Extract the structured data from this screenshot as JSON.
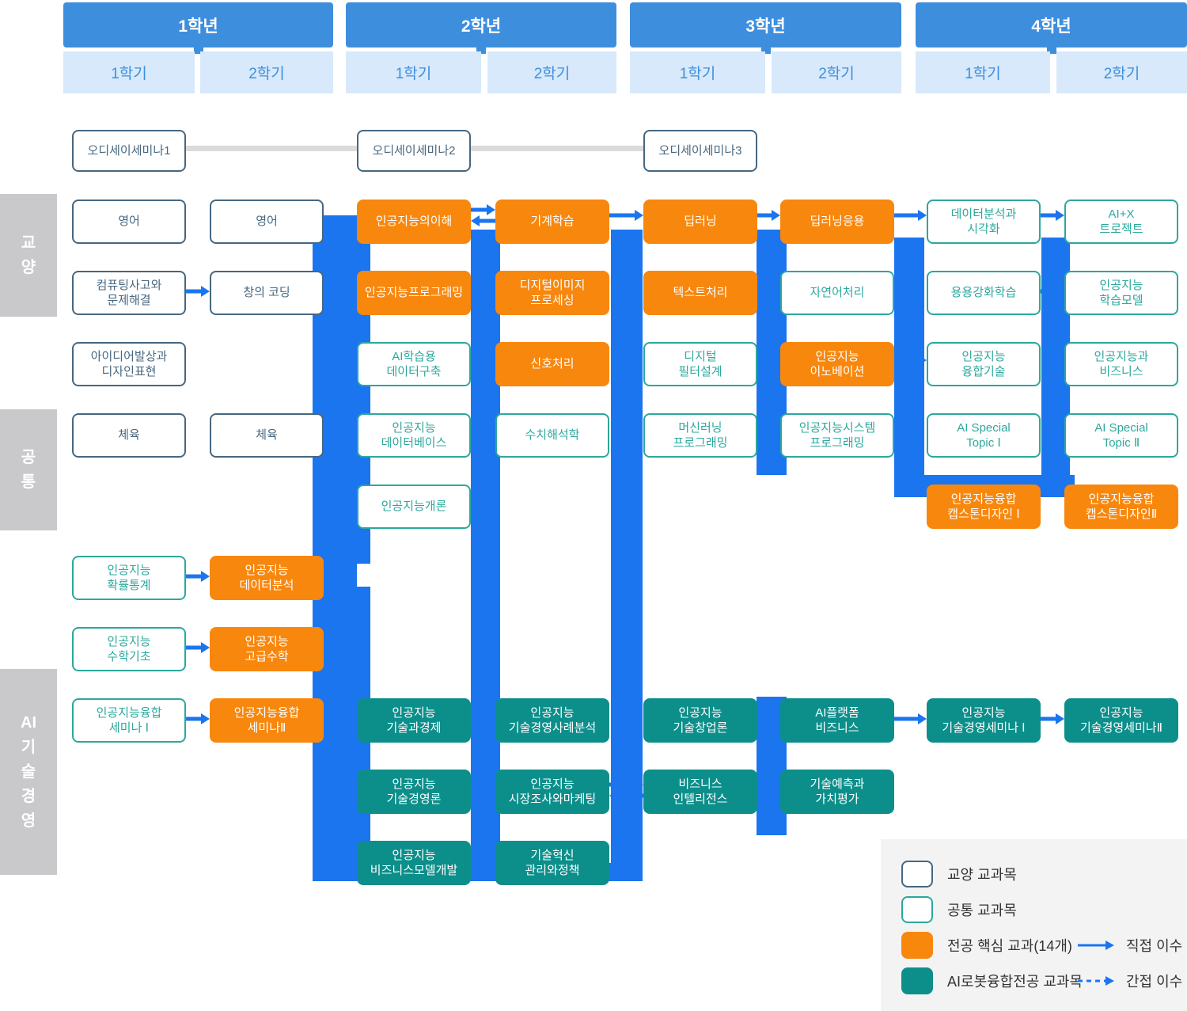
{
  "colors": {
    "year_header": "#3E8EDE",
    "semester_bg": "#D7E9FB",
    "connector_blue": "#1B75EF",
    "core_orange": "#F8870D",
    "robot_teal": "#0C8F8B",
    "common_teal_border": "#2CA89D",
    "liberal_navy": "#47677F",
    "sidebar_gray": "#C9C9CC",
    "legend_bg": "#F3F3F4",
    "odyssey_line_gray": "#DBDBDB"
  },
  "header": {
    "years": [
      {
        "label": "1학년",
        "semesters": [
          "1학기",
          "2학기"
        ]
      },
      {
        "label": "2학년",
        "semesters": [
          "1학기",
          "2학기"
        ]
      },
      {
        "label": "3학년",
        "semesters": [
          "1학기",
          "2학기"
        ]
      },
      {
        "label": "4학년",
        "semesters": [
          "1학기",
          "2학기"
        ]
      }
    ]
  },
  "sidebar": {
    "groups": [
      {
        "label": "교\n양"
      },
      {
        "label": "공\n통"
      },
      {
        "label": "AI\n기\n술\n경\n영"
      }
    ]
  },
  "courses": [
    {
      "label": "오디세이세미나1",
      "type": "odyssey",
      "col": 1,
      "row": 0
    },
    {
      "label": "오디세이세미나2",
      "type": "odyssey",
      "col": 3,
      "row": 0
    },
    {
      "label": "오디세이세미나3",
      "type": "odyssey",
      "col": 5,
      "row": 0
    },
    {
      "label": "영어",
      "type": "liberal",
      "col": 1,
      "row": 1
    },
    {
      "label": "영어",
      "type": "liberal",
      "col": 2,
      "row": 1
    },
    {
      "label": "인공지능의이해",
      "type": "core",
      "col": 3,
      "row": 1
    },
    {
      "label": "기계학습",
      "type": "core",
      "col": 4,
      "row": 1
    },
    {
      "label": "딥러닝",
      "type": "core",
      "col": 5,
      "row": 1
    },
    {
      "label": "딥러닝응용",
      "type": "core",
      "col": 6,
      "row": 1
    },
    {
      "label": "데이터분석과\n시각화",
      "type": "common",
      "col": 7,
      "row": 1
    },
    {
      "label": "AI+X\n트로젝트",
      "type": "common",
      "col": 8,
      "row": 1
    },
    {
      "label": "컴퓨팅사고와\n문제해결",
      "type": "liberal",
      "col": 1,
      "row": 2
    },
    {
      "label": "창의 코딩",
      "type": "liberal",
      "col": 2,
      "row": 2
    },
    {
      "label": "인공지능프로그래밍",
      "type": "core",
      "col": 3,
      "row": 2
    },
    {
      "label": "디지털이미지\n프로세싱",
      "type": "core",
      "col": 4,
      "row": 2
    },
    {
      "label": "텍스트처리",
      "type": "core",
      "col": 5,
      "row": 2
    },
    {
      "label": "자연어처리",
      "type": "common",
      "col": 6,
      "row": 2
    },
    {
      "label": "용용강화학습",
      "type": "common",
      "col": 7,
      "row": 2
    },
    {
      "label": "인공지능\n학습모델",
      "type": "common",
      "col": 8,
      "row": 2
    },
    {
      "label": "아이디어발상과\n디자인표현",
      "type": "liberal",
      "col": 1,
      "row": 3
    },
    {
      "label": "AI학습용\n데이터구축",
      "type": "common",
      "col": 3,
      "row": 3
    },
    {
      "label": "신호처리",
      "type": "core",
      "col": 4,
      "row": 3
    },
    {
      "label": "디지털\n필터설계",
      "type": "common",
      "col": 5,
      "row": 3
    },
    {
      "label": "인공지능\n이노베이션",
      "type": "core",
      "col": 6,
      "row": 3
    },
    {
      "label": "인공지능\n융합기술",
      "type": "common",
      "col": 7,
      "row": 3
    },
    {
      "label": "인공지능과\n비즈니스",
      "type": "common",
      "col": 8,
      "row": 3
    },
    {
      "label": "체육",
      "type": "liberal",
      "col": 1,
      "row": 4
    },
    {
      "label": "체육",
      "type": "liberal",
      "col": 2,
      "row": 4
    },
    {
      "label": "인공지능\n데이터베이스",
      "type": "common",
      "col": 3,
      "row": 4
    },
    {
      "label": "수치해석학",
      "type": "common",
      "col": 4,
      "row": 4
    },
    {
      "label": "머신러닝\n프로그래밍",
      "type": "common",
      "col": 5,
      "row": 4
    },
    {
      "label": "인공지능시스템\n프로그래밍",
      "type": "common",
      "col": 6,
      "row": 4
    },
    {
      "label": "AI Special\nTopic Ⅰ",
      "type": "common",
      "col": 7,
      "row": 4
    },
    {
      "label": "AI Special\nTopic Ⅱ",
      "type": "common",
      "col": 8,
      "row": 4
    },
    {
      "label": "인공지능개론",
      "type": "common",
      "col": 3,
      "row": 5
    },
    {
      "label": "인공지능융합\n캡스톤디자인 Ⅰ",
      "type": "core",
      "col": 7,
      "row": 5
    },
    {
      "label": "인공지능융합\n캡스톤디자인Ⅱ",
      "type": "core",
      "col": 8,
      "row": 5
    },
    {
      "label": "인공지능\n확률통계",
      "type": "common",
      "col": 1,
      "row": 6
    },
    {
      "label": "인공지능\n데이터분석",
      "type": "core",
      "col": 2,
      "row": 6
    },
    {
      "label": "인공지능\n수학기초",
      "type": "common",
      "col": 1,
      "row": 7
    },
    {
      "label": "인공지능\n고급수학",
      "type": "core",
      "col": 2,
      "row": 7
    },
    {
      "label": "인공지능융합\n세미나 Ⅰ",
      "type": "common",
      "col": 1,
      "row": 8
    },
    {
      "label": "인공지능융합\n세미나Ⅱ",
      "type": "core",
      "col": 2,
      "row": 8
    },
    {
      "label": "인공지능\n기술과경제",
      "type": "robot",
      "col": 3,
      "row": 8
    },
    {
      "label": "인공지능\n기술경영사례분석",
      "type": "robot",
      "col": 4,
      "row": 8
    },
    {
      "label": "인공지능\n기술창업론",
      "type": "robot",
      "col": 5,
      "row": 8
    },
    {
      "label": "AI플랫폼\n비즈니스",
      "type": "robot",
      "col": 6,
      "row": 8
    },
    {
      "label": "인공지능\n기술경영세미나 Ⅰ",
      "type": "robot",
      "col": 7,
      "row": 8
    },
    {
      "label": "인공지능\n기술경영세미나Ⅱ",
      "type": "robot",
      "col": 8,
      "row": 8
    },
    {
      "label": "인공지능\n기술경영론",
      "type": "robot",
      "col": 3,
      "row": 9
    },
    {
      "label": "인공지능\n시장조사와마케팅",
      "type": "robot",
      "col": 4,
      "row": 9
    },
    {
      "label": "비즈니스\n인텔리전스",
      "type": "robot",
      "col": 5,
      "row": 9
    },
    {
      "label": "기술예측과\n가치평가",
      "type": "robot",
      "col": 6,
      "row": 9
    },
    {
      "label": "인공지능\n비즈니스모델개발",
      "type": "robot",
      "col": 3,
      "row": 10
    },
    {
      "label": "기술혁신\n관리와정책",
      "type": "robot",
      "col": 4,
      "row": 10
    }
  ],
  "legend": {
    "items": [
      {
        "label": "교양 교과목",
        "type": "liberal"
      },
      {
        "label": "공통 교과목",
        "type": "common"
      },
      {
        "label": "전공 핵심 교과(14개)",
        "type": "core"
      },
      {
        "label": "AI로봇융합전공 교과목",
        "type": "robot"
      }
    ],
    "flows": [
      {
        "label": "직접 이수",
        "style": "solid"
      },
      {
        "label": "간접 이수",
        "style": "dashed"
      }
    ]
  }
}
